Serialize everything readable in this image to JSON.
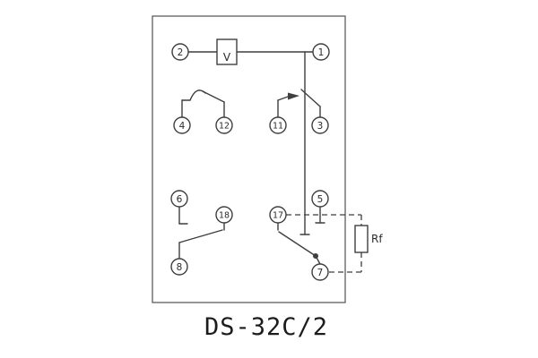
{
  "title": "DS-32C/2",
  "coil": {
    "label": "V"
  },
  "external_resistor": {
    "label": "Rf"
  },
  "terminals": {
    "t1": "1",
    "t2": "2",
    "t3": "3",
    "t4": "4",
    "t5": "5",
    "t6": "6",
    "t7": "7",
    "t8": "8",
    "t11": "11",
    "t12": "12",
    "t17": "17",
    "t18": "18"
  }
}
